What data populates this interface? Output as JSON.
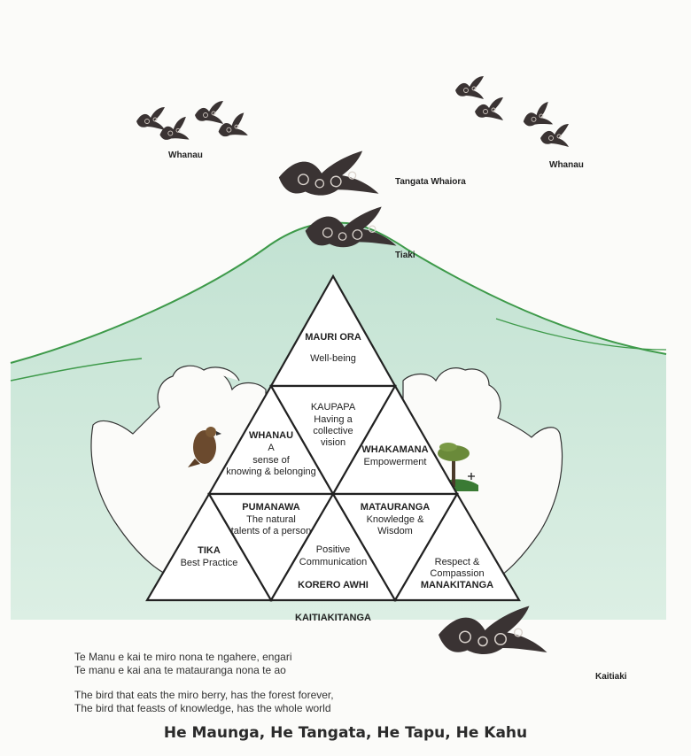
{
  "labels": {
    "whanau_left": "Whanau",
    "whanau_right": "Whanau",
    "tangata_whaiora": "Tangata Whaiora",
    "tiaki": "Tiaki",
    "kaitiaki": "Kaitiaki"
  },
  "triangles": {
    "mauri_ora": {
      "title": "MAURI ORA",
      "body": "Well-being"
    },
    "kaupapa": {
      "title": "KAUPAPA",
      "line1": "Having a",
      "line2": "collective",
      "line3": "vision"
    },
    "whanau": {
      "title": "WHANAU",
      "line1": "A",
      "line2": "sense of",
      "line3": "knowing & belonging"
    },
    "whakamana": {
      "title": "WHAKAMANA",
      "body": "Empowerment"
    },
    "pumanawa": {
      "title": "PUMANAWA",
      "line1": "The natural",
      "line2": "talents of a person"
    },
    "matauranga": {
      "title": "MATAURANGA",
      "line1": "Knowledge &",
      "line2": "Wisdom"
    },
    "tika": {
      "title": "TIKA",
      "body": "Best Practice"
    },
    "korero": {
      "line1": "Positive",
      "line2": "Communication",
      "title": "KORERO AWHI"
    },
    "manaakitanga": {
      "line1": "Respect &",
      "line2": "Compassion",
      "title": "MANAKITANGA"
    }
  },
  "base_label": "KAITIAKITANGA",
  "proverb": {
    "maori_line1": "Te Manu e kai te miro nona te ngahere, engari",
    "maori_line2": "Te manu e kai ana te matauranga nona te ao",
    "english_line1": "The bird that eats the miro berry, has the forest forever,",
    "english_line2": "The bird that feasts of knowledge, has the whole world"
  },
  "footer": "He Maunga, He Tangata, He Tapu, He Kahu",
  "colors": {
    "mountain": "#c9e4d5",
    "mountain_edge": "#3e9a4a",
    "bird": "#3a3333",
    "ink": "#222222"
  },
  "icons": [
    "bird-icon",
    "hand-icon",
    "hawk-icon",
    "tree-icon"
  ]
}
